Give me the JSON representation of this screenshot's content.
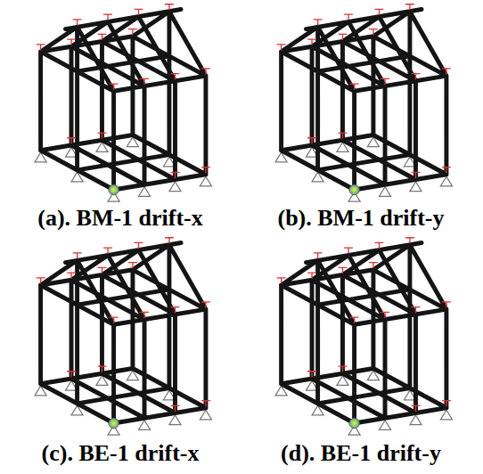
{
  "diagram": {
    "labels": [
      "(a). BM-1 drift-x",
      "(b). BM-1 drift-y",
      "(c). BE-1 drift-x",
      "(d). BE-1 drift-y"
    ]
  }
}
